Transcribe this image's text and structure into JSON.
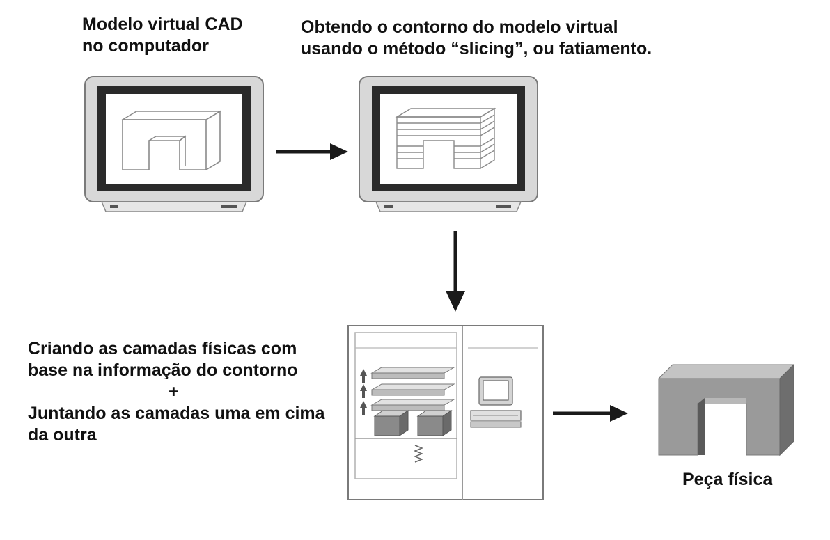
{
  "steps": {
    "cad": {
      "line1": "Modelo virtual CAD",
      "line2": "no computador"
    },
    "slicing": {
      "line1": "Obtendo o contorno do modelo virtual",
      "line2": "usando  o método “slicing”, ou fatiamento."
    },
    "layers": {
      "line1": "Criando as camadas físicas com",
      "line2": "base na informação do contorno",
      "plus": "+",
      "line3": "Juntando as camadas uma em cima",
      "line4": "da outra"
    },
    "part": {
      "label": "Peça física"
    }
  },
  "colors": {
    "frame": "#d8d8d8",
    "outline": "#7a7a7a",
    "arrow": "#1a1a1a",
    "part_front": "#9a9a9a",
    "part_side": "#6e6e6e",
    "part_top": "#c4c4c4"
  },
  "icons": [
    "monitor-cad-icon",
    "monitor-sliced-icon",
    "printer-machine-icon",
    "physical-part-icon",
    "arrow-right-icon",
    "arrow-down-icon"
  ]
}
